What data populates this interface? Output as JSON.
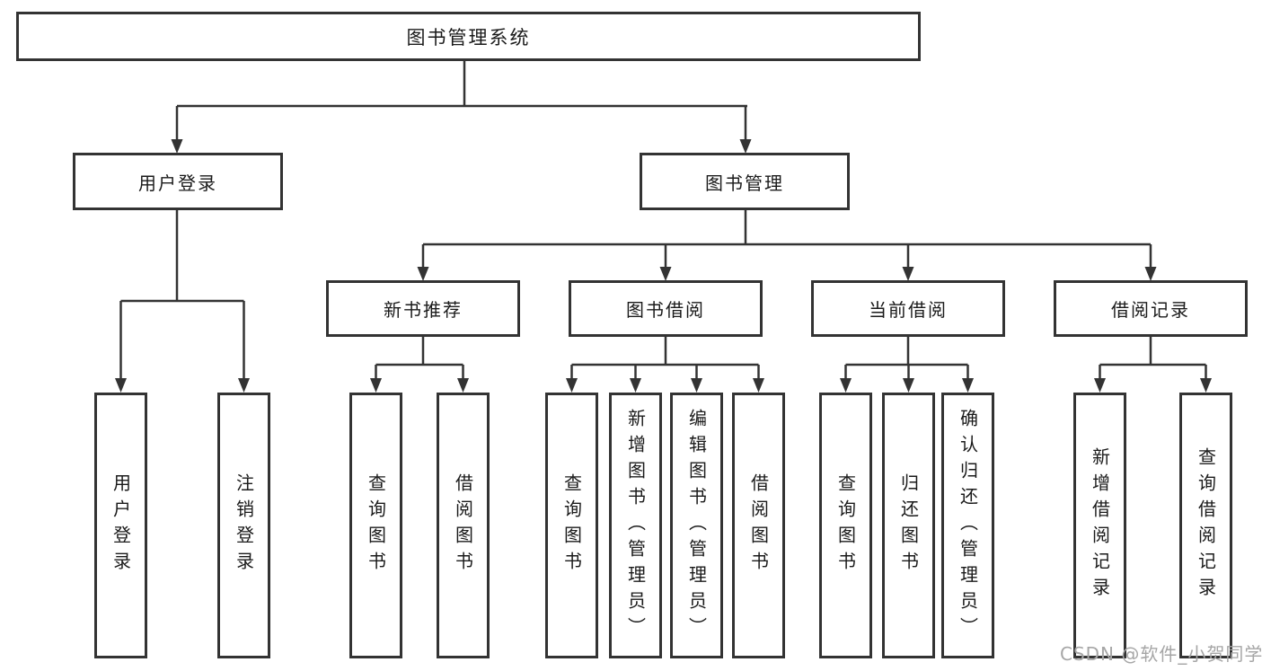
{
  "chart": {
    "root": {
      "label": "图书管理系统"
    },
    "branches": [
      {
        "label": "用户登录",
        "leaves": [
          {
            "label": "用户登录"
          },
          {
            "label": "注销登录"
          }
        ]
      },
      {
        "label": "图书管理",
        "groups": [
          {
            "label": "新书推荐",
            "leaves": [
              {
                "label": "查询图书"
              },
              {
                "label": "借阅图书"
              }
            ]
          },
          {
            "label": "图书借阅",
            "leaves": [
              {
                "label": "查询图书"
              },
              {
                "label": "新增图书（管理员）"
              },
              {
                "label": "编辑图书（管理员）"
              },
              {
                "label": "借阅图书"
              }
            ]
          },
          {
            "label": "当前借阅",
            "leaves": [
              {
                "label": "查询图书"
              },
              {
                "label": "归还图书"
              },
              {
                "label": "确认归还（管理员）"
              }
            ]
          },
          {
            "label": "借阅记录",
            "leaves": [
              {
                "label": "新增借阅记录"
              },
              {
                "label": "查询借阅记录"
              }
            ]
          }
        ]
      }
    ]
  },
  "watermark": {
    "text": "CSDN @软件_小贺同学"
  },
  "colors": {
    "line": "#333333",
    "border": "#333333",
    "text": "#1a1a1a",
    "watermark": "#a6a6a6",
    "background": "#ffffff"
  }
}
